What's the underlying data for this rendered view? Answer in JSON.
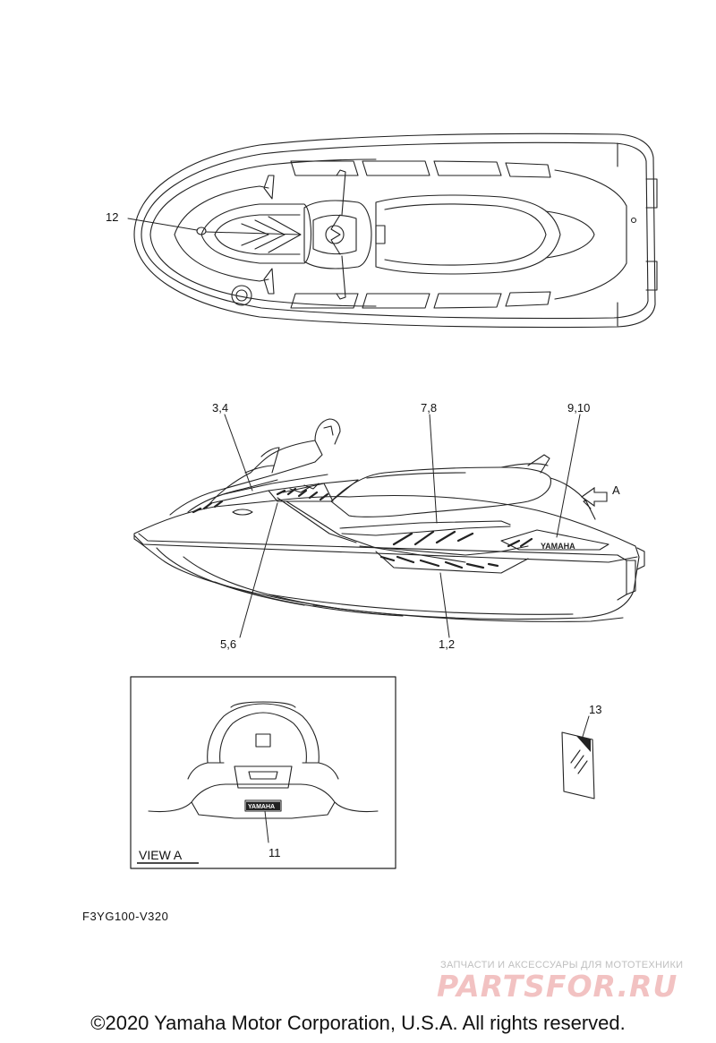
{
  "callouts": {
    "c12": "12",
    "c34": "3,4",
    "c78": "7,8",
    "c910": "9,10",
    "cA": "A",
    "c56": "5,6",
    "c12b": "1,2",
    "c13": "13",
    "c11": "11"
  },
  "view_a_label": "VIEW A",
  "decal_text": "YAMAHA",
  "diagram_code": "F3YG100-V320",
  "watermark": {
    "caption": "ЗАПЧАСТИ И АКСЕССУАРЫ ДЛЯ МОТОТЕХНИКИ",
    "logo": "PARTSFOR.RU"
  },
  "copyright": "©2020 Yamaha Motor Corporation, U.S.A. All rights reserved."
}
